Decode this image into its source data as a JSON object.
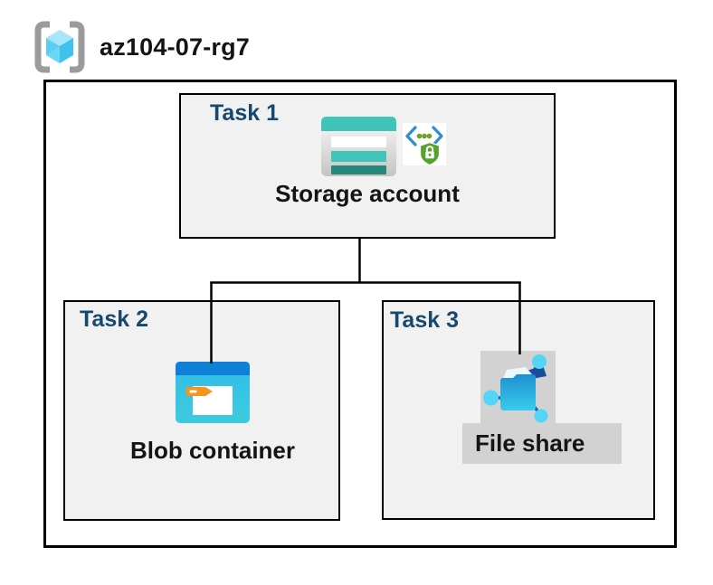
{
  "header": {
    "resource_group_label": "az104-07-rg7",
    "icon": "resource-group-icon"
  },
  "tasks": [
    {
      "label": "Task 1",
      "item": "Storage account",
      "icons": [
        "storage-account-icon",
        "secure-access-key-icon"
      ]
    },
    {
      "label": "Task 2",
      "item": "Blob container",
      "icons": [
        "blob-container-icon"
      ]
    },
    {
      "label": "Task 3",
      "item": "File share",
      "icons": [
        "file-share-icon"
      ]
    }
  ],
  "connections": [
    {
      "from": "Storage account",
      "to": "Blob container"
    },
    {
      "from": "Storage account",
      "to": "File share"
    }
  ],
  "colors": {
    "task_title": "#17496F",
    "box_fill": "#F1F1F1",
    "box_border": "#000000",
    "storage_teal": "#41C5B8",
    "storage_teal_dark": "#26897C",
    "blob_top_blue": "#0F80D8",
    "blob_body_cyan": "#35C2E4",
    "tag_orange": "#F79420",
    "file_share_gray": "#D2D2D2",
    "shield_green": "#54A42C",
    "bracket_gray": "#9B9B9B",
    "cube_cyan_light": "#A6E6F8",
    "cube_cyan": "#58CFF0",
    "cube_cyan_dark": "#3CC2EC",
    "node_cyan": "#54D4F7",
    "link_blue": "#1C5FAE"
  }
}
